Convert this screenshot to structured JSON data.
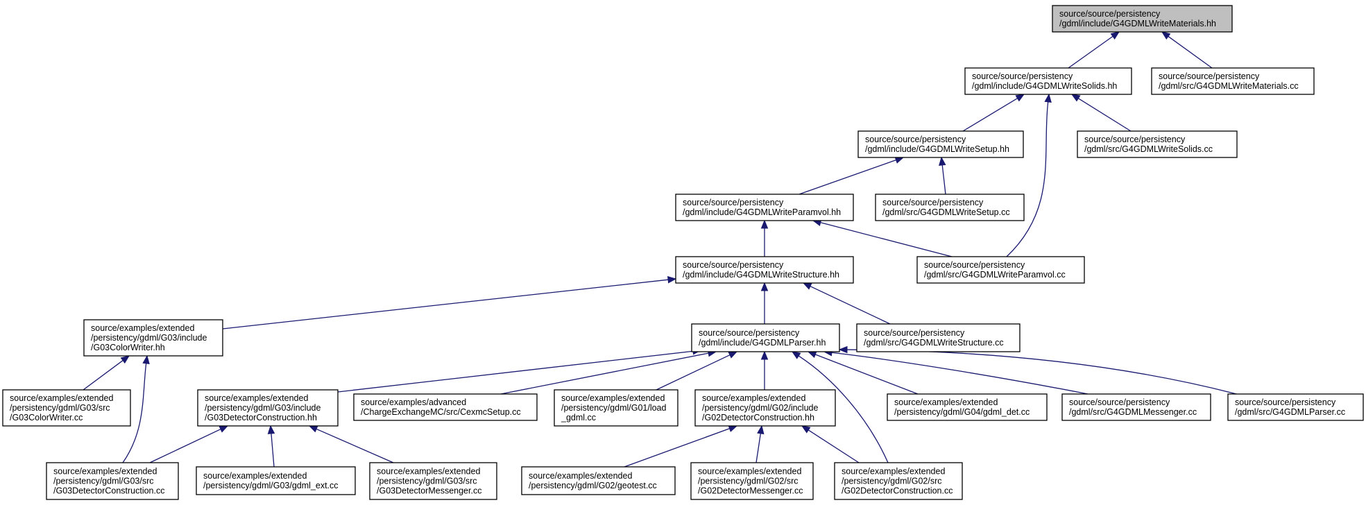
{
  "nodes": [
    {
      "id": "n0",
      "lines": [
        "source/source/persistency",
        "/gdml/include/G4GDMLWriteMaterials.hh"
      ],
      "root": true
    },
    {
      "id": "n1",
      "lines": [
        "source/source/persistency",
        "/gdml/include/G4GDMLWriteSolids.hh"
      ]
    },
    {
      "id": "n2",
      "lines": [
        "source/source/persistency",
        "/gdml/src/G4GDMLWriteMaterials.cc"
      ]
    },
    {
      "id": "n3",
      "lines": [
        "source/source/persistency",
        "/gdml/include/G4GDMLWriteSetup.hh"
      ]
    },
    {
      "id": "n4",
      "lines": [
        "source/source/persistency",
        "/gdml/src/G4GDMLWriteSolids.cc"
      ]
    },
    {
      "id": "n5",
      "lines": [
        "source/source/persistency",
        "/gdml/include/G4GDMLWriteParamvol.hh"
      ]
    },
    {
      "id": "n6",
      "lines": [
        "source/source/persistency",
        "/gdml/src/G4GDMLWriteSetup.cc"
      ]
    },
    {
      "id": "n7",
      "lines": [
        "source/source/persistency",
        "/gdml/include/G4GDMLWriteStructure.hh"
      ]
    },
    {
      "id": "n8",
      "lines": [
        "source/source/persistency",
        "/gdml/src/G4GDMLWriteParamvol.cc"
      ]
    },
    {
      "id": "n9",
      "lines": [
        "source/examples/extended",
        "/persistency/gdml/G03/include",
        "/G03ColorWriter.hh"
      ]
    },
    {
      "id": "n10",
      "lines": [
        "source/source/persistency",
        "/gdml/include/G4GDMLParser.hh"
      ]
    },
    {
      "id": "n11",
      "lines": [
        "source/source/persistency",
        "/gdml/src/G4GDMLWriteStructure.cc"
      ]
    },
    {
      "id": "n12",
      "lines": [
        "source/examples/extended",
        "/persistency/gdml/G03/src",
        "/G03ColorWriter.cc"
      ]
    },
    {
      "id": "n13",
      "lines": [
        "source/examples/extended",
        "/persistency/gdml/G03/include",
        "/G03DetectorConstruction.hh"
      ]
    },
    {
      "id": "n14",
      "lines": [
        "source/examples/advanced",
        "/ChargeExchangeMC/src/CexmcSetup.cc"
      ]
    },
    {
      "id": "n15",
      "lines": [
        "source/examples/extended",
        "/persistency/gdml/G01/load",
        "_gdml.cc"
      ]
    },
    {
      "id": "n16",
      "lines": [
        "source/examples/extended",
        "/persistency/gdml/G02/include",
        "/G02DetectorConstruction.hh"
      ]
    },
    {
      "id": "n17",
      "lines": [
        "source/examples/extended",
        "/persistency/gdml/G04/gdml_det.cc"
      ]
    },
    {
      "id": "n18",
      "lines": [
        "source/source/persistency",
        "/gdml/src/G4GDMLMessenger.cc"
      ]
    },
    {
      "id": "n19",
      "lines": [
        "source/source/persistency",
        "/gdml/src/G4GDMLParser.cc"
      ]
    },
    {
      "id": "n20",
      "lines": [
        "source/examples/extended",
        "/persistency/gdml/G03/src",
        "/G03DetectorConstruction.cc"
      ]
    },
    {
      "id": "n21",
      "lines": [
        "source/examples/extended",
        "/persistency/gdml/G03/gdml_ext.cc"
      ]
    },
    {
      "id": "n22",
      "lines": [
        "source/examples/extended",
        "/persistency/gdml/G03/src",
        "/G03DetectorMessenger.cc"
      ]
    },
    {
      "id": "n23",
      "lines": [
        "source/examples/extended",
        "/persistency/gdml/G02/geotest.cc"
      ]
    },
    {
      "id": "n24",
      "lines": [
        "source/examples/extended",
        "/persistency/gdml/G02/src",
        "/G02DetectorMessenger.cc"
      ]
    },
    {
      "id": "n25",
      "lines": [
        "source/examples/extended",
        "/persistency/gdml/G02/src",
        "/G02DetectorConstruction.cc"
      ]
    }
  ],
  "edges": [
    {
      "from": "n1",
      "to": "n0"
    },
    {
      "from": "n2",
      "to": "n0"
    },
    {
      "from": "n3",
      "to": "n1"
    },
    {
      "from": "n4",
      "to": "n1"
    },
    {
      "from": "n8",
      "to": "n1"
    },
    {
      "from": "n5",
      "to": "n3"
    },
    {
      "from": "n6",
      "to": "n3"
    },
    {
      "from": "n7",
      "to": "n5"
    },
    {
      "from": "n8",
      "to": "n5"
    },
    {
      "from": "n9",
      "to": "n7"
    },
    {
      "from": "n10",
      "to": "n7"
    },
    {
      "from": "n11",
      "to": "n7"
    },
    {
      "from": "n12",
      "to": "n9"
    },
    {
      "from": "n20",
      "to": "n9"
    },
    {
      "from": "n13",
      "to": "n10"
    },
    {
      "from": "n14",
      "to": "n10"
    },
    {
      "from": "n15",
      "to": "n10"
    },
    {
      "from": "n16",
      "to": "n10"
    },
    {
      "from": "n25",
      "to": "n10"
    },
    {
      "from": "n17",
      "to": "n10"
    },
    {
      "from": "n18",
      "to": "n10"
    },
    {
      "from": "n19",
      "to": "n10"
    },
    {
      "from": "n20",
      "to": "n13"
    },
    {
      "from": "n21",
      "to": "n13"
    },
    {
      "from": "n22",
      "to": "n13"
    },
    {
      "from": "n23",
      "to": "n16"
    },
    {
      "from": "n24",
      "to": "n16"
    },
    {
      "from": "n25",
      "to": "n16"
    }
  ],
  "colors": {
    "edge": "#191970",
    "root_fill": "#bfbfbf",
    "node_fill": "#ffffff",
    "border": "#000000"
  }
}
